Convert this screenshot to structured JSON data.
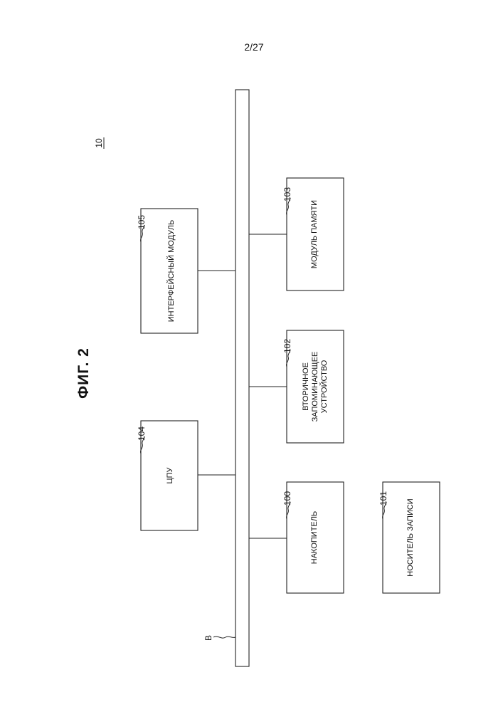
{
  "page_number": "2/27",
  "figure_title": "ФИГ. 2",
  "system_ref": "10",
  "bus_ref": "В",
  "blocks": {
    "storage": {
      "ref": "100",
      "label": "НАКОПИТЕЛЬ"
    },
    "media": {
      "ref": "101",
      "label": "НОСИТЕЛЬ ЗАПИСИ"
    },
    "secondary": {
      "ref": "102",
      "label_line1": "ВТОРИЧНОЕ",
      "label_line2": "ЗАПОМИНАЮЩЕЕ",
      "label_line3": "УСТРОЙСТВО"
    },
    "memory": {
      "ref": "103",
      "label": "МОДУЛЬ ПАМЯТИ"
    },
    "cpu": {
      "ref": "104",
      "label": "ЦПУ"
    },
    "interface": {
      "ref": "105",
      "label": "ИНТЕРФЕЙСНЫЙ МОДУЛЬ"
    }
  }
}
